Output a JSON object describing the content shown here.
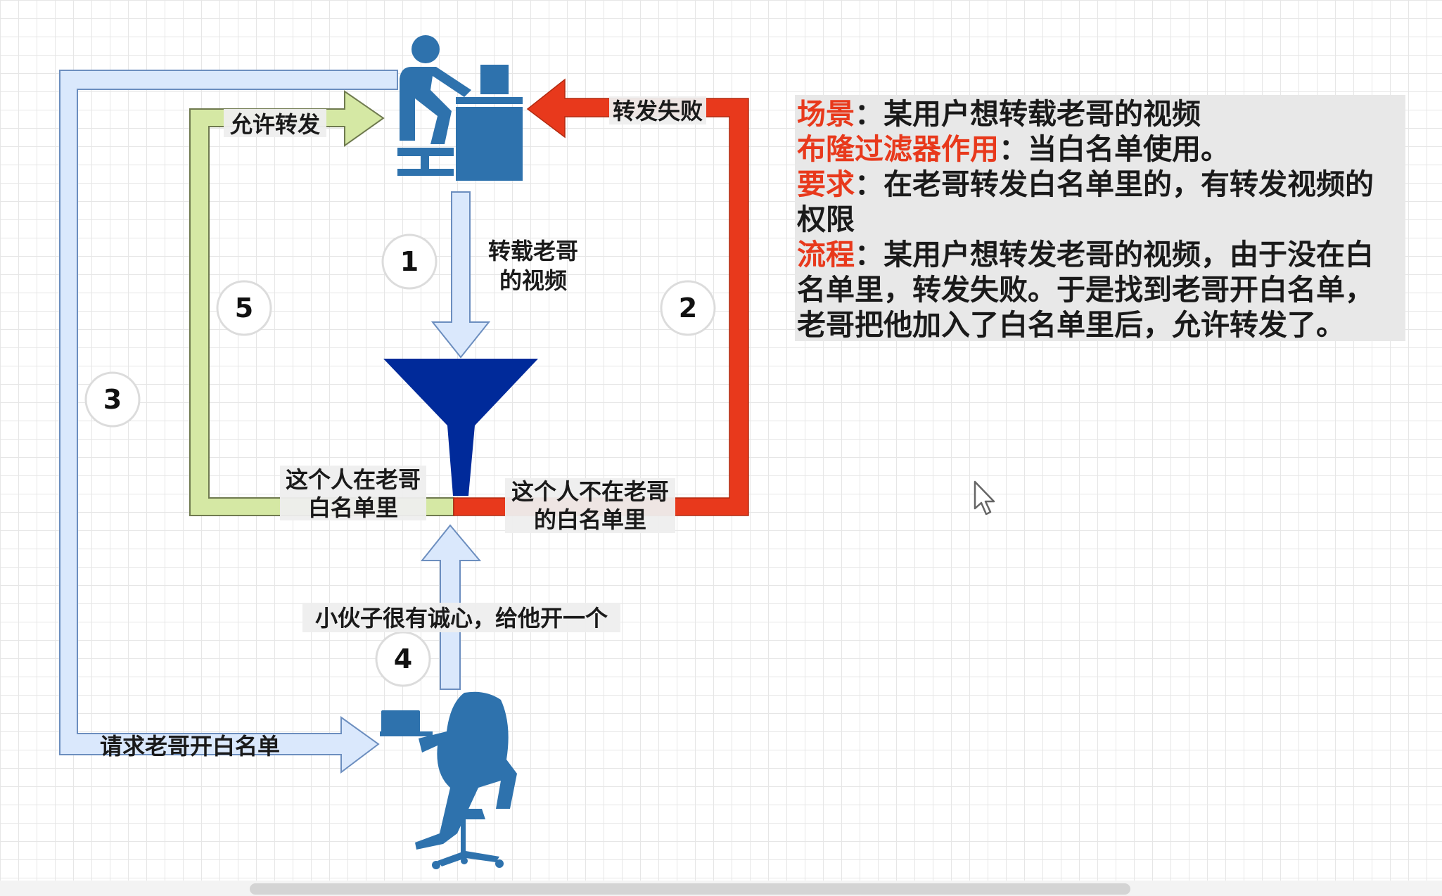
{
  "labels": {
    "allow_forward": "允许转发",
    "forward_failed": "转发失败",
    "repost_line1": "转载老哥",
    "repost_line2": "的视频",
    "in_whitelist_line1": "这个人在老哥",
    "in_whitelist_line2": "白名单里",
    "not_in_whitelist_line1": "这个人不在老哥",
    "not_in_whitelist_line2": "的白名单里",
    "sincere": "小伙子很有诚心，给他开一个",
    "request_whitelist": "请求老哥开白名单"
  },
  "steps": [
    "1",
    "2",
    "3",
    "4",
    "5"
  ],
  "description": {
    "scene_key": "场景",
    "scene_text": "：某用户想转载老哥的视频",
    "bloom_key": "布隆过滤器作用",
    "bloom_text": "：当白名单使用。",
    "req_key": "要求",
    "req_text_line1": "：在老哥转发白名单里的，有转发视频的",
    "req_text_line2": "权限",
    "flow_key": "流程",
    "flow_text_line1": "：某用户想转发老哥的视频，由于没在白",
    "flow_text_line2": "名单里，转发失败。于是找到老哥开白名单，",
    "flow_text_line3": "老哥把他加入了白名单里后，允许转发了。"
  },
  "colors": {
    "arrow_blue_light": "#dae8fc",
    "arrow_blue_border": "#6c8ebf",
    "arrow_green": "#d5e8a4",
    "arrow_green_border": "#6f7a4f",
    "arrow_red": "#e8391c",
    "funnel": "#002a9a",
    "person": "#2e72ad",
    "accent_text": "#e8391c"
  },
  "icons": {
    "office_user": "office-user-icon",
    "funnel": "funnel-icon",
    "laptop_user": "laptop-user-icon",
    "cursor": "mouse-cursor-icon"
  }
}
